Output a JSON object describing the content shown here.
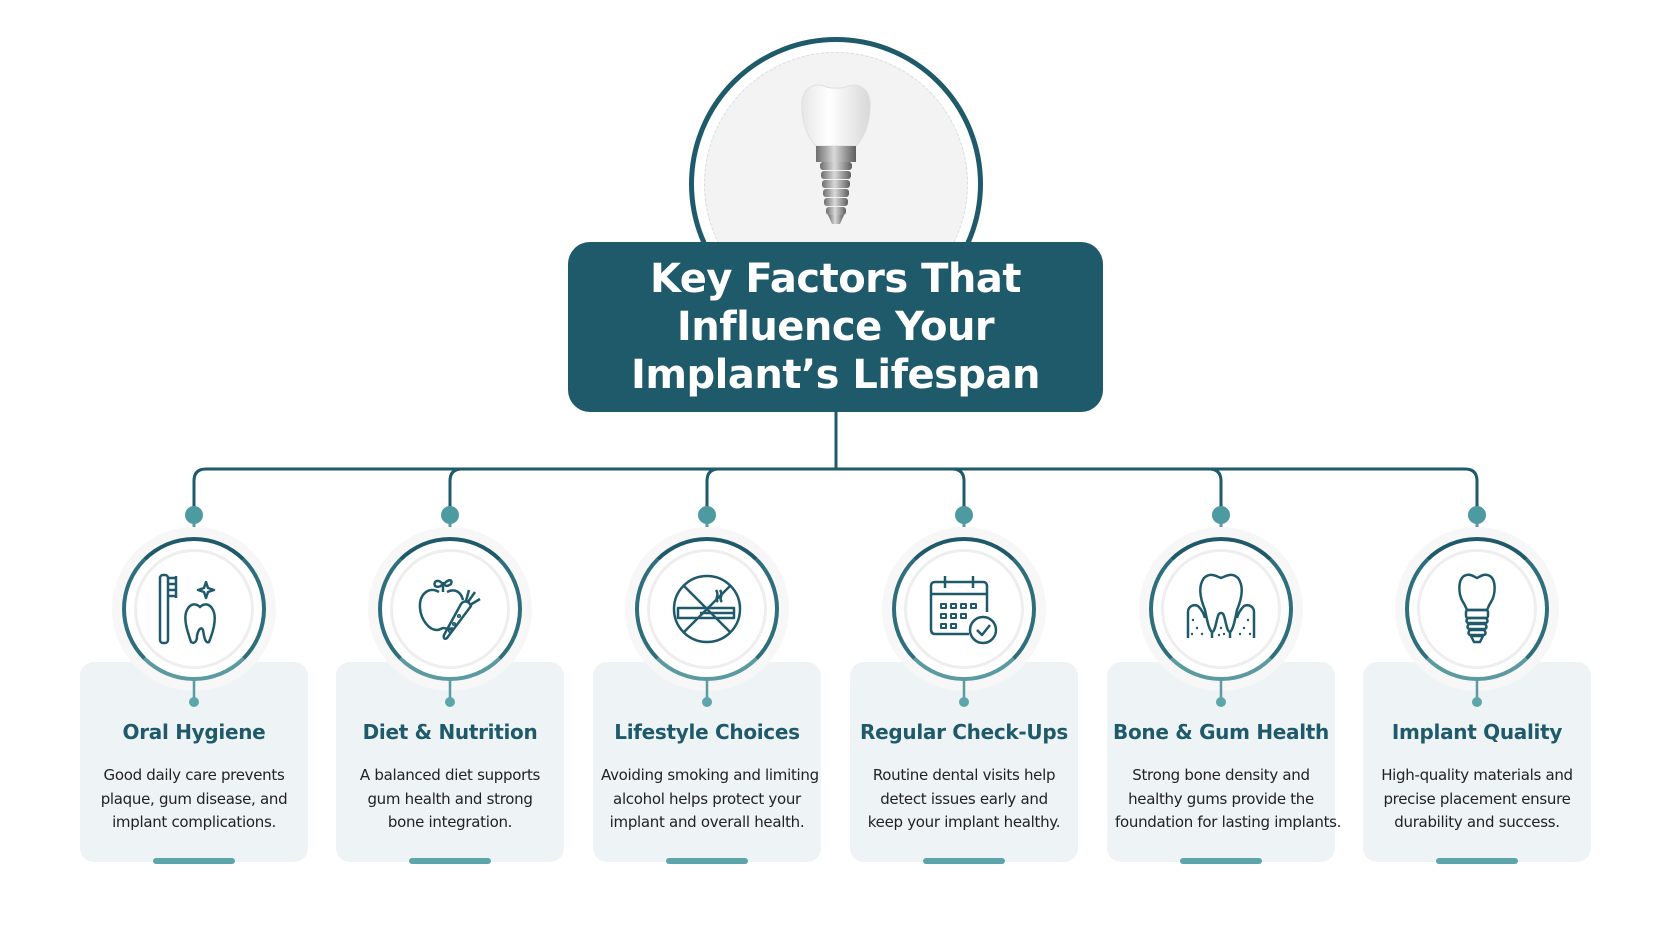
{
  "header": {
    "image_alt": "dental implant illustration",
    "title_lines": [
      "Key Factors That",
      "Influence Your",
      "Implant’s Lifespan"
    ]
  },
  "colors": {
    "primary": "#1f5a6b",
    "accent": "#5ca5aa",
    "card_bg": "#eef3f6",
    "text": "#222222"
  },
  "factors": [
    {
      "icon": "toothbrush-tooth-icon",
      "title": "Oral Hygiene",
      "lines": [
        "Good daily care prevents",
        "plaque, gum disease, and",
        "implant complications."
      ]
    },
    {
      "icon": "apple-carrot-icon",
      "title": "Diet & Nutrition",
      "lines": [
        "A balanced diet supports",
        "gum health and strong",
        "bone integration."
      ]
    },
    {
      "icon": "no-smoking-icon",
      "title": "Lifestyle Choices",
      "lines": [
        "Avoiding smoking and limiting",
        "alcohol helps protect your",
        "implant and overall health."
      ]
    },
    {
      "icon": "calendar-check-icon",
      "title": "Regular Check-Ups",
      "lines": [
        "Routine dental visits help",
        "detect issues early and",
        "keep your implant healthy."
      ]
    },
    {
      "icon": "tooth-bone-icon",
      "title": "Bone & Gum Health",
      "lines": [
        "Strong bone density and",
        "healthy gums provide the",
        "foundation for lasting implants."
      ]
    },
    {
      "icon": "implant-icon",
      "title": "Implant Quality",
      "lines": [
        "High-quality materials and",
        "precise placement ensure",
        "durability and success."
      ]
    }
  ]
}
